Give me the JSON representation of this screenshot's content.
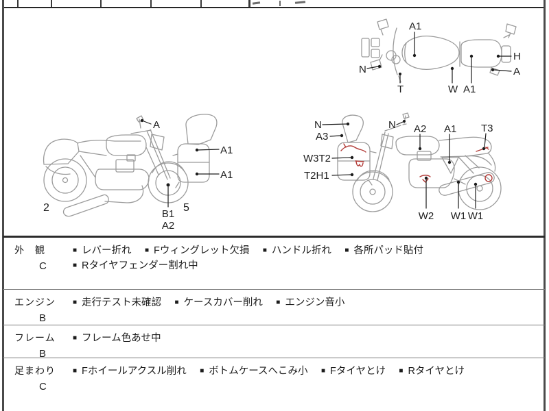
{
  "colors": {
    "drawing_line": "#9b9b9b",
    "label_text": "#1c1c1c",
    "damage_mark": "#b23a36",
    "table_border": "#2b2b2b",
    "sheet_border": "#4a4a4a"
  },
  "diagrams": {
    "top_view": {
      "labels": {
        "a1_top": "A1",
        "n": "N",
        "t": "T",
        "w": "W",
        "a1_seat": "A1",
        "h": "H",
        "a": "A"
      }
    },
    "left_side": {
      "labels": {
        "a": "A",
        "a1_upper": "A1",
        "a1_lower": "A1",
        "b1": "B1",
        "a2": "A2"
      },
      "wheel_numbers": {
        "rear": "2",
        "front": "5"
      }
    },
    "right_side": {
      "labels": {
        "n1": "N",
        "a3": "A3",
        "w3t2": "W3T2",
        "t2h1": "T2H1",
        "n2": "N",
        "a2": "A2",
        "a1": "A1",
        "t3": "T3",
        "w2": "W2",
        "w1a": "W1",
        "w1b": "W1"
      }
    }
  },
  "table": {
    "bullet": "■",
    "rows": [
      {
        "category": "外　観",
        "grade": "C",
        "items": [
          "レバー折れ",
          "Fウィングレット欠損",
          "ハンドル折れ",
          "各所パッド貼付",
          "Rタイヤフェンダー割れ中"
        ]
      },
      {
        "category": "エンジン",
        "grade": "B",
        "items": [
          "走行テスト未確認",
          "ケースカバー削れ",
          "エンジン音小"
        ]
      },
      {
        "category": "フレーム",
        "grade": "B",
        "items": [
          "フレーム色あせ中"
        ]
      },
      {
        "category": "足まわり",
        "grade": "C",
        "items": [
          "Fホイールアクスル削れ",
          "ボトムケースへこみ小",
          "Fタイヤとけ",
          "Rタイヤとけ"
        ]
      }
    ]
  }
}
